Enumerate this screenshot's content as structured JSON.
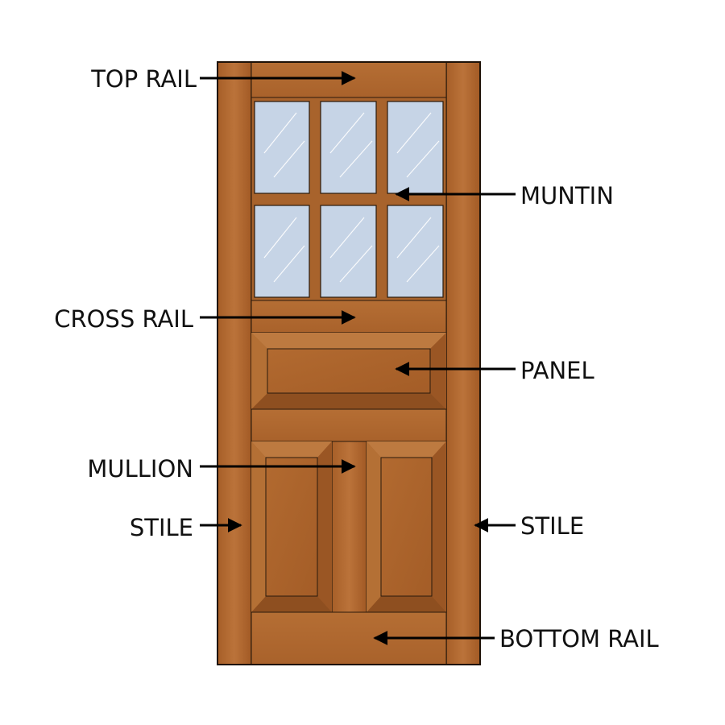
{
  "labels": {
    "top_rail": "TOP RAIL",
    "muntin": "MUNTIN",
    "cross_rail": "CROSS RAIL",
    "panel": "PANEL",
    "mullion": "MULLION",
    "stile_left": "STILE",
    "stile_right": "STILE",
    "bottom_rail": "BOTTOM RAIL"
  },
  "colors": {
    "wood": "#b26a30",
    "wood_light": "#c17a3c",
    "wood_dark": "#8a4c1e",
    "glass": "#c6d4e6",
    "outline": "#2a1a0c",
    "arrow": "#000000"
  }
}
